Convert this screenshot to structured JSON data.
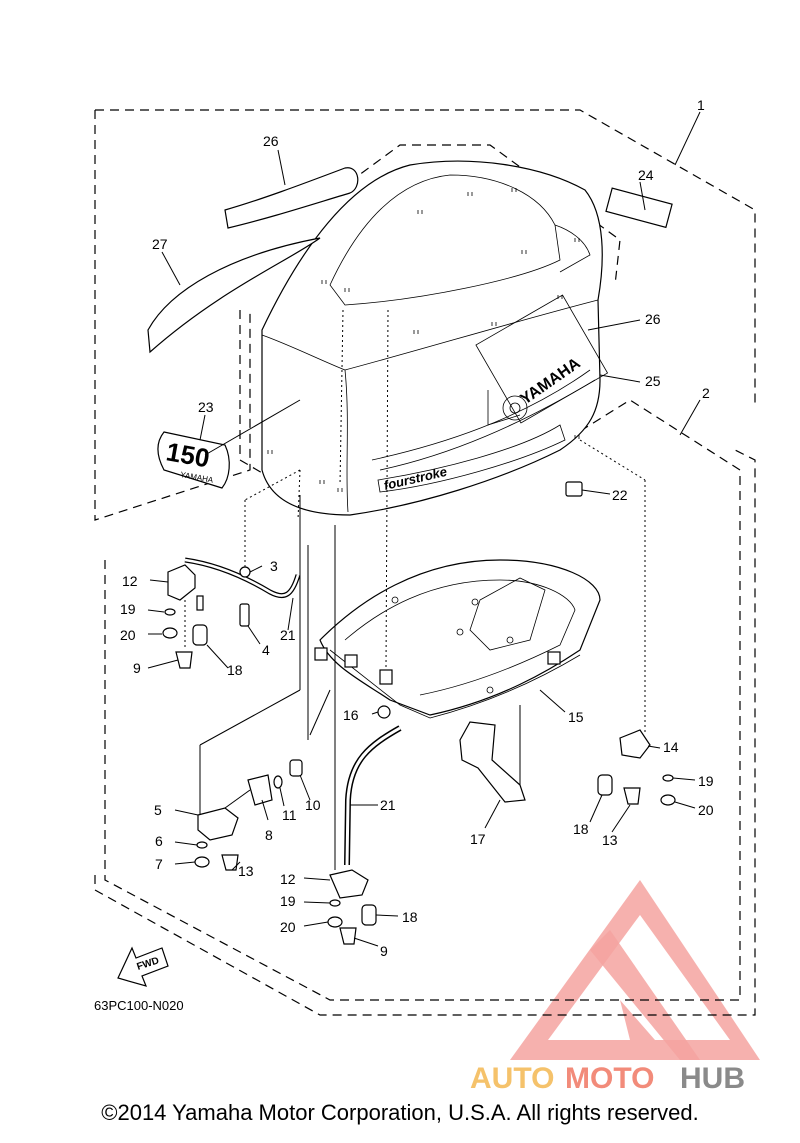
{
  "diagram_code": "63PC100-N020",
  "fwd_label": "FWD",
  "cowling": {
    "model_badge": "150",
    "badge_brand": "YAMAHA",
    "side_brand": "YAMAHA",
    "side_script": "fourstroke"
  },
  "watermark": {
    "word_left": "AUTO",
    "word_mid": "MOTO",
    "word_right": "HUB",
    "colors": {
      "left": "#f5c26b",
      "mid": "#f28b7a",
      "right": "#8a8a8a",
      "triangle": "#f4a3a0"
    }
  },
  "copyright": "©2014 Yamaha Motor Corporation, U.S.A. All rights reserved.",
  "callouts": [
    {
      "id": "c1",
      "text": "1"
    },
    {
      "id": "c2",
      "text": "2"
    },
    {
      "id": "c3",
      "text": "3"
    },
    {
      "id": "c4",
      "text": "4"
    },
    {
      "id": "c5",
      "text": "5"
    },
    {
      "id": "c6",
      "text": "6"
    },
    {
      "id": "c7",
      "text": "7"
    },
    {
      "id": "c8",
      "text": "8"
    },
    {
      "id": "c9a",
      "text": "9"
    },
    {
      "id": "c9b",
      "text": "9"
    },
    {
      "id": "c10",
      "text": "10"
    },
    {
      "id": "c11",
      "text": "11"
    },
    {
      "id": "c12a",
      "text": "12"
    },
    {
      "id": "c12b",
      "text": "12"
    },
    {
      "id": "c13a",
      "text": "13"
    },
    {
      "id": "c13b",
      "text": "13"
    },
    {
      "id": "c14",
      "text": "14"
    },
    {
      "id": "c15",
      "text": "15"
    },
    {
      "id": "c16",
      "text": "16"
    },
    {
      "id": "c17",
      "text": "17"
    },
    {
      "id": "c18a",
      "text": "18"
    },
    {
      "id": "c18b",
      "text": "18"
    },
    {
      "id": "c18c",
      "text": "18"
    },
    {
      "id": "c19a",
      "text": "19"
    },
    {
      "id": "c19b",
      "text": "19"
    },
    {
      "id": "c19c",
      "text": "19"
    },
    {
      "id": "c20a",
      "text": "20"
    },
    {
      "id": "c20b",
      "text": "20"
    },
    {
      "id": "c20c",
      "text": "20"
    },
    {
      "id": "c21a",
      "text": "21"
    },
    {
      "id": "c21b",
      "text": "21"
    },
    {
      "id": "c22",
      "text": "22"
    },
    {
      "id": "c23",
      "text": "23"
    },
    {
      "id": "c24",
      "text": "24"
    },
    {
      "id": "c25",
      "text": "25"
    },
    {
      "id": "c26a",
      "text": "26"
    },
    {
      "id": "c26b",
      "text": "26"
    },
    {
      "id": "c27",
      "text": "27"
    }
  ]
}
